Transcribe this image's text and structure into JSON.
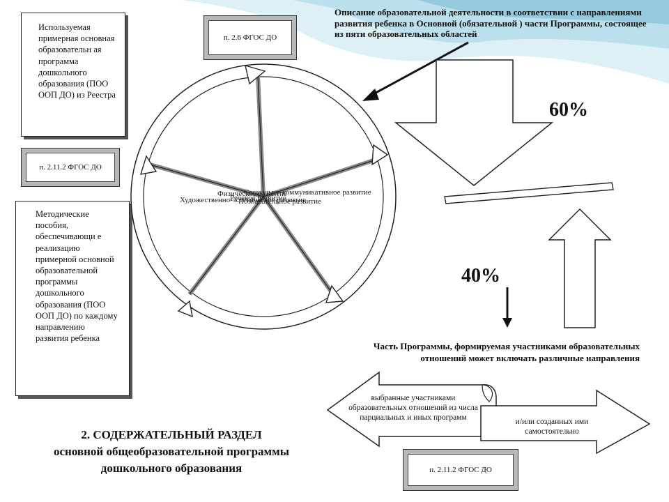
{
  "boxes": {
    "fgos_26": "п. 2.6 ФГОС ДО",
    "fgos_2112_left": "п. 2.11.2 ФГОС ДО",
    "fgos_2112_bottom": "п. 2.11.2 ФГОС ДО"
  },
  "scrolls": {
    "program": "Используемая примерная основная образовательн ая программа дошкольного образования (ПОО ООП ДО) из Реестра",
    "manuals": "Методические пособия, обеспечивающи е реализацию примерной основной образовательной программы дошкольного образования (ПОО ООП ДО) по каждому направлению развития ребенка"
  },
  "top_description": "Описание образовательной деятельности в соответствии с направлениями развития ребенка в Основной (обязательной ) части Программы, состоящее из пяти образовательных областей",
  "percent_main": "60%",
  "percent_part": "40%",
  "part_description": "Часть Программы, формируемая участниками образовательных отношений может включать различные направления",
  "left_arrow_text": "выбранные участниками образовательных отношений из числа парциальных и иных программ",
  "right_arrow_text": "и/или созданных ими самостоятельно",
  "cycle_labels": [
    "Физическое развитие",
    "Художественно-эстетическое развитие",
    "Речевое развитие",
    "Познавательное развитие",
    "Социально-коммуникативное развитие"
  ],
  "section_title": {
    "line1": "2. СОДЕРЖАТЕЛЬНЫЙ РАЗДЕЛ",
    "line2": "основной общеобразовательной программы",
    "line3": "дошкольного образования"
  }
}
